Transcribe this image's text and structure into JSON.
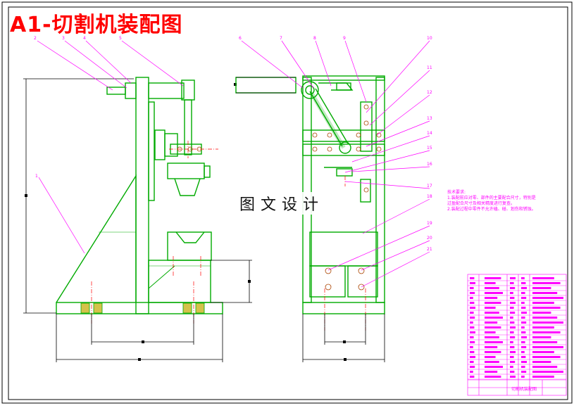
{
  "title": "A1-切割机装配图",
  "watermark": "图文设计",
  "notes": {
    "heading": "技术要求:",
    "lines": [
      "1.装配前应对零、部件的主要配合尺寸，特别是",
      "过盈配合尺寸及相关精度进行复查。",
      "2.装配过程中零件不允许磕、碰、划伤和锈蚀。"
    ]
  },
  "part_numbers": [
    "1",
    "2",
    "3",
    "4",
    "5",
    "6",
    "7",
    "8",
    "9",
    "10",
    "11",
    "12",
    "13",
    "14",
    "15",
    "16",
    "17",
    "18",
    "19",
    "20",
    "21"
  ],
  "title_block": {
    "drawing_name": "切割机装配图"
  },
  "colors": {
    "outline": "#00aa00",
    "leader": "#ff00ff",
    "dimension": "#000000",
    "centerline": "#ff0000",
    "title": "#ff0000"
  }
}
